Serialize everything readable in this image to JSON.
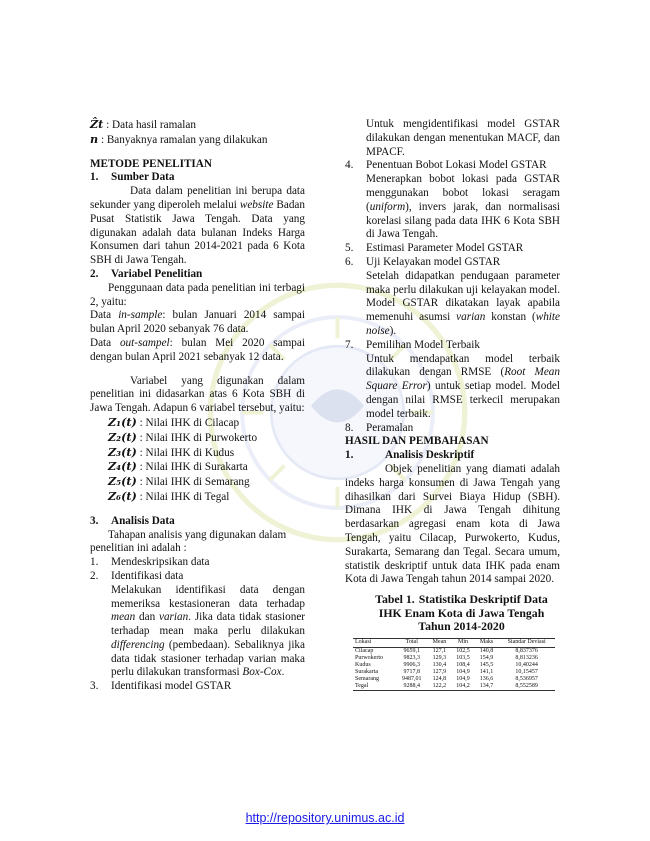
{
  "defs": [
    {
      "sym": "Ẑt",
      "text": ": Data hasil ramalan"
    },
    {
      "sym": "n",
      "text": ": Banyaknya ramalan yang dilakukan"
    }
  ],
  "metode": {
    "title": "METODE PENELITIAN",
    "s1_num": "1.",
    "s1_title": "Sumber Data",
    "s1_text_a": "Data dalam penelitian ini berupa data sekunder yang diperoleh melalui ",
    "s1_text_web": "website",
    "s1_text_b": " Badan Pusat Statistik Jawa Tengah. Data yang digunakan adalah data bulanan Indeks Harga Konsumen dari tahun 2014-2021 pada 6 Kota SBH di Jawa Tengah.",
    "s2_num": "2.",
    "s2_title": "Variabel Penelitian",
    "s2_intro": "Penggunaan data pada penelitian ini terbagi 2, yaitu:",
    "s2_in_a": "Data ",
    "s2_in_term": "in-sample",
    "s2_in_b": ": bulan Januari 2014 sampai bulan April 2020 sebanyak 76 data.",
    "s2_out_a": "Data ",
    "s2_out_term": "out-sampel",
    "s2_out_b": ": bulan Mei 2020 sampai dengan bulan April 2021 sebanyak 12 data.",
    "s2_var": "Variabel yang digunakan dalam penelitian ini didasarkan atas 6 Kota SBH di Jawa Tengah. Adapun 6 variabel tersebut, yaitu:",
    "variables": [
      {
        "sym": "Z₁(t)",
        "text": ": Nilai IHK di Cilacap"
      },
      {
        "sym": "Z₂(t)",
        "text": ": Nilai IHK di Purwokerto"
      },
      {
        "sym": "Z₃(t)",
        "text": ": Nilai IHK di Kudus"
      },
      {
        "sym": "Z₄(t)",
        "text": ": Nilai IHK di Surakarta"
      },
      {
        "sym": "Z₅(t)",
        "text": ": Nilai IHK di Semarang"
      },
      {
        "sym": "Z₆(t)",
        "text": ": Nilai IHK di Tegal"
      }
    ],
    "s3_num": "3.",
    "s3_title": "Analisis Data",
    "s3_intro": "Tahapan analisis yang digunakan dalam penelitian ini adalah :",
    "step1_num": "1.",
    "step1": "Mendeskripsikan data",
    "step2_num": "2.",
    "step2": "Identifikasi data",
    "step2_a": "Melakukan identifikasi data dengan memeriksa kestasioneran data terhadap ",
    "step2_mean": "mean",
    "step2_b": " dan ",
    "step2_varian": "varian",
    "step2_c": ". Jika data tidak stasioner terhadap mean maka perlu dilakukan ",
    "step2_diff": "differencing",
    "step2_d": " (pembedaan). Sebaliknya jika data tidak stasioner terhadap varian maka perlu dilakukan transformasi ",
    "step2_box": "Box-Cox",
    "step2_e": ".",
    "step3_num": "3.",
    "step3": "Identifikasi model GSTAR"
  },
  "right": {
    "step3_text": "Untuk mengidentifikasi model GSTAR dilakukan dengan menentukan MACF, dan MPACF.",
    "step4_num": "4.",
    "step4": "Penentuan Bobot Lokasi Model GSTAR",
    "step4_a": "Menerapkan bobot lokasi pada GSTAR menggunakan bobot lokasi seragam (",
    "step4_uniform": "uniform",
    "step4_b": "), invers jarak, dan normalisasi korelasi silang pada data IHK 6 Kota SBH di Jawa Tengah.",
    "step5_num": "5.",
    "step5": "Estimasi Parameter Model GSTAR",
    "step6_num": "6.",
    "step6": "Uji Kelayakan model GSTAR",
    "step6_a": "Setelah didapatkan pendugaan parameter maka perlu dilakukan uji kelayakan model. Model GSTAR dikatakan layak apabila memenuhi asumsi ",
    "step6_varian": "varian",
    "step6_b": " konstan (",
    "step6_wn": "white noise",
    "step6_c": ").",
    "step7_num": "7.",
    "step7": "Pemilihan Model Terbaik",
    "step7_a": "Untuk mendapatkan model terbaik dilakukan dengan RMSE (",
    "step7_rmse": "Root Mean Square Error",
    "step7_b": ") untuk setiap model. Model dengan nilai RMSE terkecil merupakan model terbaik.",
    "step8_num": "8.",
    "step8": "Peramalan",
    "hasil_title": "HASIL DAN PEMBAHASAN",
    "h1_num": "1.",
    "h1_title": "Analisis Deskriptif",
    "h1_text": "Objek penelitian yang diamati adalah indeks harga konsumen di Jawa Tengah yang dihasilkan dari Survei Biaya Hidup (SBH). Dimana IHK di Jawa Tengah dihitung berdasarkan agregasi enam kota di Jawa Tengah, yaitu Cilacap, Purwokerto, Kudus, Surakarta, Semarang dan Tegal. Secara umum, statistik deskriptif untuk data IHK pada enam Kota di Jawa Tengah tahun 2014 sampai 2020.",
    "table_label": "Tabel 1.",
    "table_title": "Statistika Deskriptif Data IHK Enam Kota di Jawa Tengah Tahun 2014-2020"
  },
  "table": {
    "headers": [
      "Lokasi",
      "Total",
      "Mean",
      "Min",
      "Maks",
      "Standar Deviasi"
    ],
    "rows": [
      [
        "Cilacap",
        "9659,1",
        "127,1",
        "102,5",
        "140,8",
        "8,837376"
      ],
      [
        "Purwokerto",
        "9823,3",
        "129,3",
        "103,5",
        "154,9",
        "8,813236"
      ],
      [
        "Kudus",
        "9906,3",
        "130,4",
        "108,4",
        "145,5",
        "10,40244"
      ],
      [
        "Surakarta",
        "9717,8",
        "127,9",
        "104,9",
        "141,1",
        "10,15457"
      ],
      [
        "Semarang",
        "9487,01",
        "124,8",
        "104,9",
        "136,6",
        "8,536957"
      ],
      [
        "Tegal",
        "9288,4",
        "122,2",
        "104,2",
        "134,7",
        "8,552589"
      ]
    ]
  },
  "footer": {
    "url": "http://repository.unimus.ac.id"
  }
}
